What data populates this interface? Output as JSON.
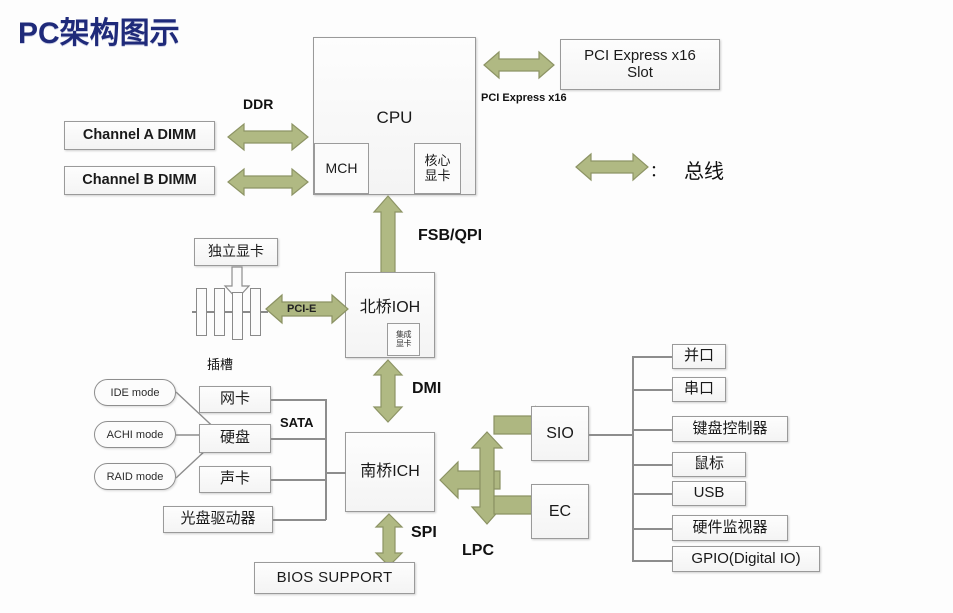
{
  "page": {
    "title": "PC架构图示",
    "title_color": "#1f2a7a",
    "background": "#fdfdfd",
    "bus_arrow_color": "#b0b983"
  },
  "legend": {
    "separator": "：",
    "label": "总线"
  },
  "cpu": {
    "label": "CPU",
    "mch": "MCH",
    "igpu": "核心\n显卡",
    "igpu_line1": "核心",
    "igpu_line2": "显卡"
  },
  "memory": {
    "bus_label": "DDR",
    "channels": [
      {
        "label": "Channel A DIMM"
      },
      {
        "label": "Channel B DIMM"
      }
    ]
  },
  "pcie": {
    "slot_line1": "PCI Express x16",
    "slot_line2": "Slot",
    "bus_label": "PCI Express x16"
  },
  "northbridge": {
    "label": "北桥IOH",
    "sub_line1": "集成",
    "sub_line2": "显卡",
    "bus_to_cpu": "FSB/QPI",
    "bus_to_southbridge": "DMI"
  },
  "graphics": {
    "discrete_card": "独立显卡",
    "slot_label": "插槽",
    "pcie_bus": "PCI-E"
  },
  "southbridge": {
    "label": "南桥ICH",
    "spi_label": "SPI",
    "lpc_label": "LPC",
    "bios": "BIOS  SUPPORT"
  },
  "storage": {
    "bus_label": "SATA",
    "modes": [
      {
        "label": "IDE mode"
      },
      {
        "label": "ACHI  mode"
      },
      {
        "label": "RAID mode"
      }
    ],
    "devices": [
      {
        "label": "网卡"
      },
      {
        "label": "硬盘"
      },
      {
        "label": "声卡"
      },
      {
        "label": "光盘驱动器"
      }
    ]
  },
  "io_controllers": [
    {
      "label": "SIO"
    },
    {
      "label": "EC"
    }
  ],
  "peripherals": [
    {
      "label": "并口"
    },
    {
      "label": "串口"
    },
    {
      "label": "键盘控制器"
    },
    {
      "label": "鼠标"
    },
    {
      "label": "USB"
    },
    {
      "label": "硬件监视器"
    },
    {
      "label": "GPIO(Digital IO)"
    }
  ]
}
